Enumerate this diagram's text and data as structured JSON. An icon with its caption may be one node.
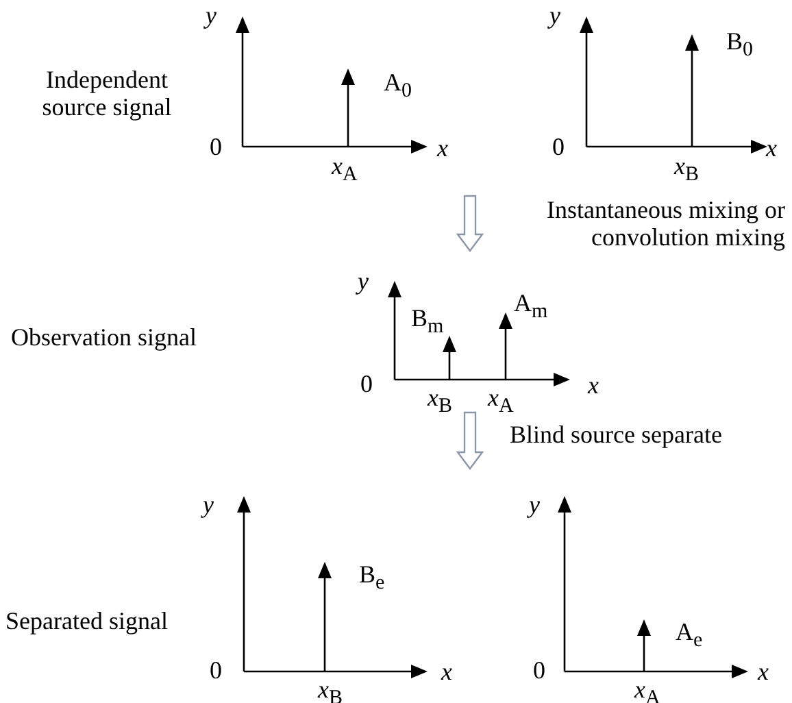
{
  "diagram": {
    "labels": [
      "y",
      "y",
      "Independent source signal",
      "A$_{0}$",
      "B$_{0}$",
      "0",
      "*x*$_{A}$",
      "x",
      "0",
      "*x*$_{B}$",
      "x",
      "Instantaneous mixing or convolution mixing",
      "y",
      "B$_{m}$",
      "A$_{m}$",
      "Observation signal",
      "0",
      "*x*$_{B}$",
      "*x*$_{A}$",
      "x",
      "Blind source separate",
      "y",
      "y",
      "B$_{e}$",
      "A$_{e}$",
      "Separated signal",
      "0",
      "*x*$_{B}$",
      "x",
      "0",
      "*x*$_{A}$",
      "x"
    ]
  }
}
